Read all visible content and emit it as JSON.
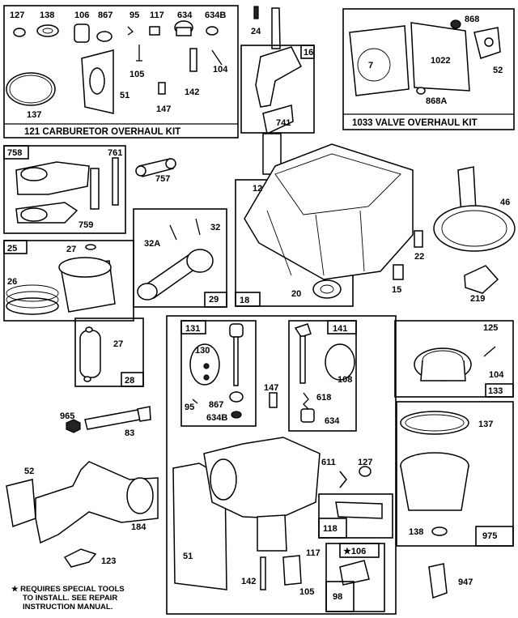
{
  "kits": {
    "carburetor": "121 CARBURETOR OVERHAUL KIT",
    "valve": "1033 VALVE OVERHAUL KIT"
  },
  "note": {
    "line1": "★ REQUIRES SPECIAL TOOLS",
    "line2": "TO INSTALL. SEE REPAIR",
    "line3": "INSTRUCTION MANUAL."
  },
  "parts": {
    "p127a": "127",
    "p138a": "138",
    "p106": "106",
    "p867a": "867",
    "p95a": "95",
    "p117a": "117",
    "p634a": "634",
    "p634Ba": "634B",
    "p105a": "105",
    "p104a": "104",
    "p142a": "142",
    "p137a": "137",
    "p51a": "51",
    "p147a": "147",
    "p24": "24",
    "p16": "16",
    "p741": "741",
    "p868": "868",
    "p7": "7",
    "p1022": "1022",
    "p52a": "52",
    "p868A": "868A",
    "p758": "758",
    "p761": "761",
    "p757": "757",
    "p759": "759",
    "p12": "12",
    "p46": "46",
    "p22": "22",
    "p15": "15",
    "p20": "20",
    "p18": "18",
    "p219": "219",
    "p25": "25",
    "p27a": "27",
    "p26": "26",
    "p27b": "27",
    "p28": "28",
    "p32A": "32A",
    "p32": "32",
    "p29": "29",
    "p131": "131",
    "p130": "130",
    "p95b": "95",
    "p867b": "867",
    "p634Bb": "634B",
    "p147b": "147",
    "p141": "141",
    "p108": "108",
    "p618": "618",
    "p634b": "634",
    "p125": "125",
    "p104b": "104",
    "p133": "133",
    "p137b": "137",
    "p138b": "138",
    "p975": "975",
    "p965": "965",
    "p83": "83",
    "p52b": "52",
    "p184": "184",
    "p123": "123",
    "p611": "611",
    "p127b": "127",
    "p118": "118",
    "p117b": "117",
    "p106star": "★106",
    "p51b": "51",
    "p142b": "142",
    "p105b": "105",
    "p98": "98",
    "p947": "947"
  }
}
